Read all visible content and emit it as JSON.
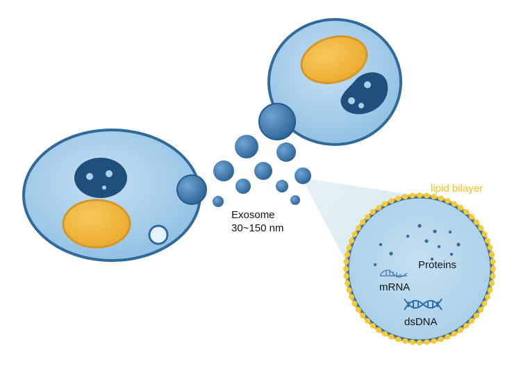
{
  "labels": {
    "lipid_bilayer": "lipid bilayer",
    "exosome_name": "Exosome",
    "exosome_size": "30~150 nm",
    "proteins": "Proteins",
    "mrna": "mRNA",
    "dsdna": "dsDNA"
  },
  "colors": {
    "cell_fill": "#a9cfe9",
    "cell_stroke": "#2f6a9b",
    "nucleus_fill": "#f2b740",
    "nucleus_stroke": "#d79a23",
    "organelle_fill": "#1f4f7d",
    "vesicle_fill": "#3f79ab",
    "lipid_yellow": "#f3cb35",
    "zoom_fill": "#b7d8ee",
    "label_yellow": "#f2c21a",
    "text_dark": "#111111"
  },
  "icons": {
    "mrna": "mrna-strand-icon",
    "dsdna": "dna-helix-icon",
    "proteins": "protein-dots-icon"
  }
}
